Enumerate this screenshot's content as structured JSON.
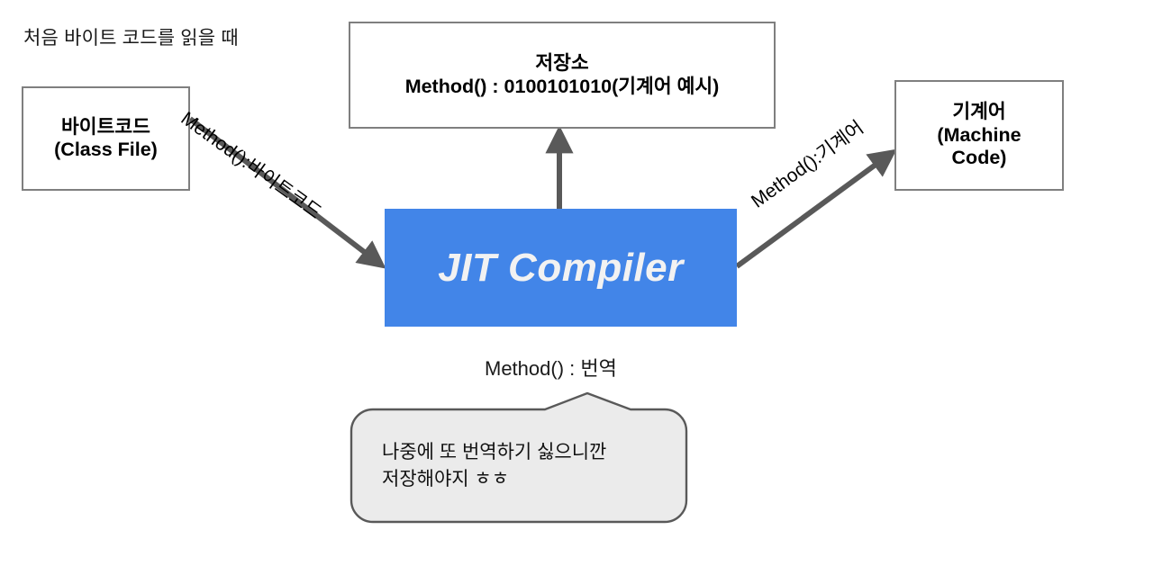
{
  "diagram": {
    "title_note": "처음 바이트 코드를 읽을 때",
    "background_color": "#ffffff",
    "accent_color": "#4285e8",
    "box_border_color": "#7f7f7f",
    "arrow_color": "#595959",
    "nodes": {
      "bytecode": {
        "line1": "바이트코드",
        "line2": "(Class File)"
      },
      "storage": {
        "line1": "저장소",
        "line2": "Method() : 0100101010(기계어 예시)"
      },
      "machine_code": {
        "line1": "기계어",
        "line2": "(Machine",
        "line3": "Code)"
      },
      "jit": {
        "label": "JIT Compiler"
      }
    },
    "edges": {
      "bytecode_to_jit": "Method():바이트코드",
      "jit_to_machine_code": "Method():기계어",
      "jit_to_storage": "",
      "below_jit": "Method() : 번역"
    },
    "callout": {
      "text": "나중에 또 번역하기 싫으니깐\n저장해야지  ㅎㅎ",
      "fill": "#ebebeb",
      "stroke": "#595959"
    }
  }
}
